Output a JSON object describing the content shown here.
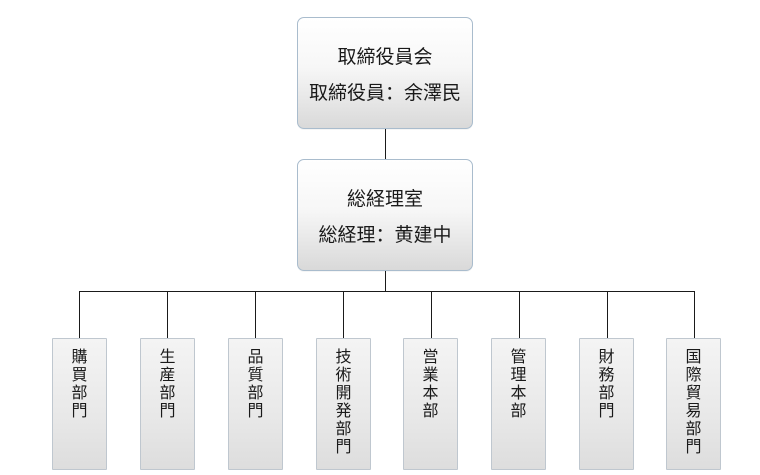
{
  "board": {
    "title": "取締役員会",
    "member": "取締役員：余澤民"
  },
  "general_manager": {
    "title": "総経理室",
    "member": "総経理：黄建中"
  },
  "departments": [
    {
      "label": "購買部門"
    },
    {
      "label": "生産部門"
    },
    {
      "label": "品質部門"
    },
    {
      "label": "技術開発部門"
    },
    {
      "label": "営業本部"
    },
    {
      "label": "管理本部"
    },
    {
      "label": "財務部門"
    },
    {
      "label": "国際貿易部門"
    }
  ]
}
